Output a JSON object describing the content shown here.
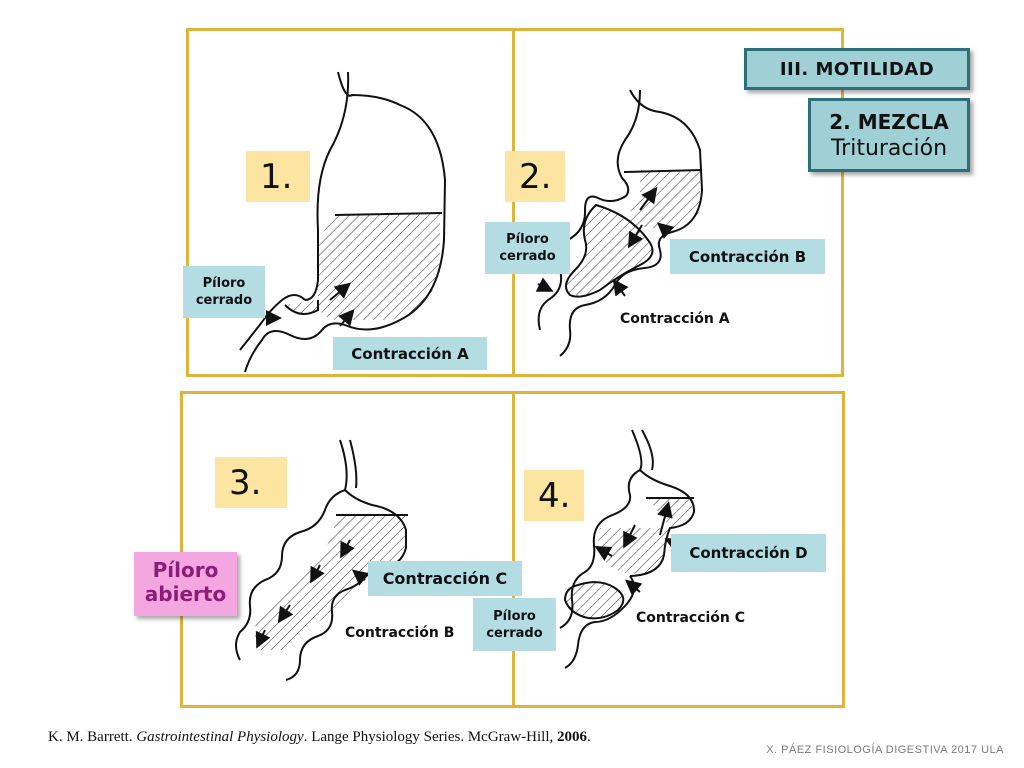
{
  "header": {
    "section_title": "III. MOTILIDAD",
    "subsection_line1": "2. MEZCLA",
    "subsection_line2": "Trituración"
  },
  "panels": [
    {
      "number": "1.",
      "labels": {
        "piloro": "Píloro cerrado",
        "contraction": "Contracción A"
      }
    },
    {
      "number": "2.",
      "labels": {
        "piloro": "Píloro cerrado",
        "contraction_boxed": "Contracción B",
        "contraction_plain": "Contracción A"
      }
    },
    {
      "number": "3.",
      "labels": {
        "piloro": "Píloro abierto",
        "contraction_boxed": "Contracción C",
        "contraction_plain": "Contracción B"
      }
    },
    {
      "number": "4.",
      "labels": {
        "piloro": "Píloro cerrado",
        "contraction_boxed": "Contracción D",
        "contraction_plain": "Contracción C"
      }
    }
  ],
  "citation": {
    "authors": "K. M. Barrett. ",
    "title": "Gastrointestinal Physiology",
    "rest": ". Lange Physiology Series. McGraw-Hill, ",
    "year": "2006",
    "end": "."
  },
  "footer": "X. PÁEZ   FISIOLOGÍA DIGESTIVA 2017  ULA",
  "colors": {
    "panel_border": "#e0b43a",
    "number_bg": "#fbe5a0",
    "label_bg": "#b3dde3",
    "pink": "#f4a6e0"
  }
}
